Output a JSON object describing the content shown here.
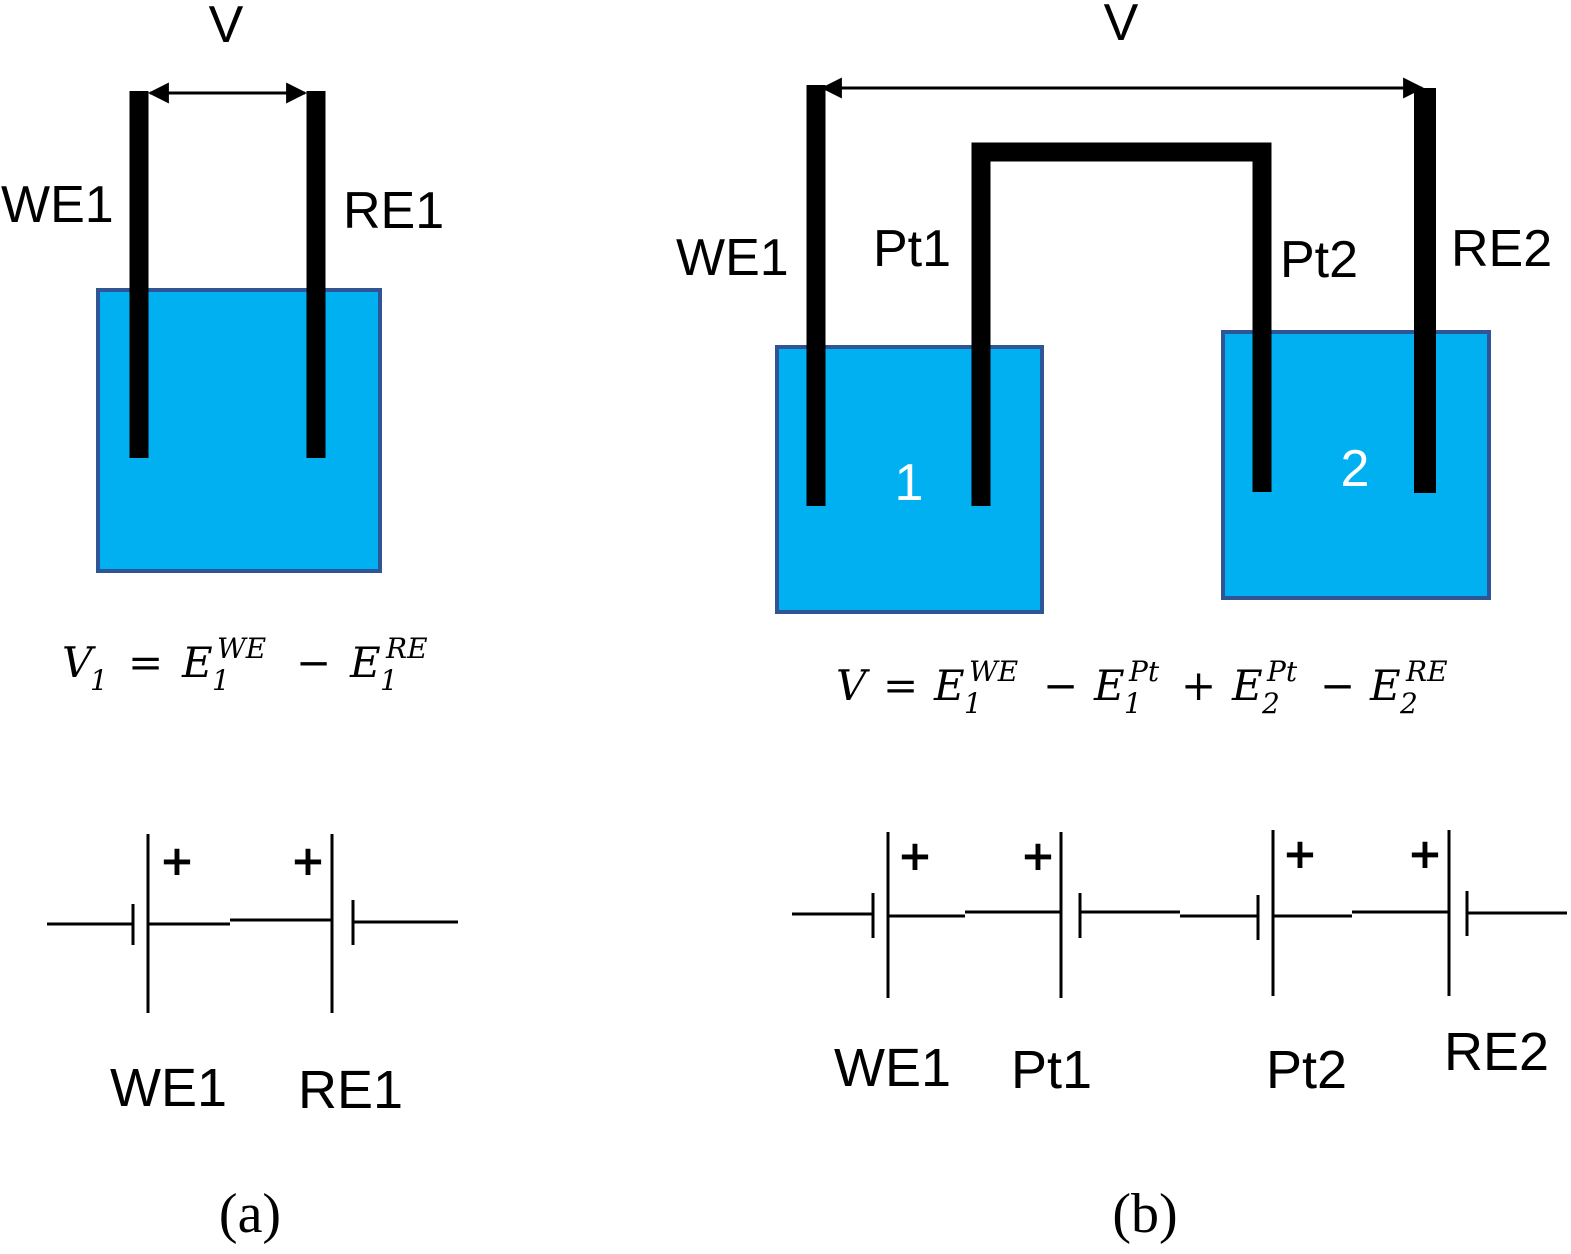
{
  "colors": {
    "beaker_fill": "#00b0f0",
    "beaker_stroke": "#2f5597",
    "electrode": "#000000",
    "cell_number": "#ffffff"
  },
  "panel_a": {
    "voltage_label": "V",
    "left_electrode": "WE1",
    "right_electrode": "RE1",
    "equation": {
      "lhs": "V",
      "lhs_sub": "1",
      "t1": "E",
      "t1_sub": "1",
      "t1_sup": "WE",
      "op1": "−",
      "t2": "E",
      "t2_sub": "1",
      "t2_sup": "RE"
    },
    "circuit": {
      "plus_1": "+",
      "plus_2": "+",
      "label_1": "WE1",
      "label_2": "RE1"
    },
    "caption": "(a)"
  },
  "panel_b": {
    "voltage_label": "V",
    "labels": {
      "we1": "WE1",
      "pt1": "Pt1",
      "pt2": "Pt2",
      "re2": "RE2"
    },
    "cell_1": "1",
    "cell_2": "2",
    "equation": {
      "lhs": "V",
      "t1": "E",
      "t1_sub": "1",
      "t1_sup": "WE",
      "op1": "−",
      "t2": "E",
      "t2_sub": "1",
      "t2_sup": "Pt",
      "op2": "+",
      "t3": "E",
      "t3_sub": "2",
      "t3_sup": "Pt",
      "op3": "−",
      "t4": "E",
      "t4_sub": "2",
      "t4_sup": "RE"
    },
    "circuit": {
      "plus_1": "+",
      "plus_2": "+",
      "plus_3": "+",
      "plus_4": "+",
      "label_1": "WE1",
      "label_2": "Pt1",
      "label_3": "Pt2",
      "label_4": "RE2"
    },
    "caption": "(b)"
  }
}
